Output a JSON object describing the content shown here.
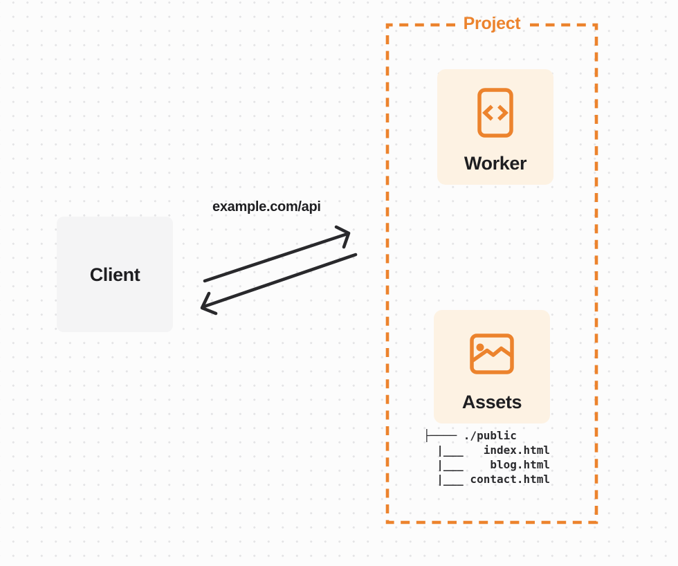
{
  "client": {
    "label": "Client"
  },
  "request": {
    "url_label": "example.com/api"
  },
  "project": {
    "label": "Project",
    "worker": {
      "label": "Worker",
      "icon": "code-file-icon"
    },
    "assets": {
      "label": "Assets",
      "icon": "image-icon"
    },
    "file_tree": {
      "root": "./public",
      "files": [
        "index.html",
        "blog.html",
        "contact.html"
      ],
      "lines": [
        "├──── ./public",
        "  |___   index.html",
        "  |___    blog.html",
        "  |___ contact.html"
      ]
    }
  },
  "colors": {
    "accent_orange": "#EC832D",
    "node_fill": "#FDF2E3",
    "client_fill": "#F4F4F5",
    "arrow": "#29292C",
    "text_dark": "#1E1E21",
    "dot_grid": "#E4E4E6",
    "page_bg": "#FCFCFC"
  }
}
